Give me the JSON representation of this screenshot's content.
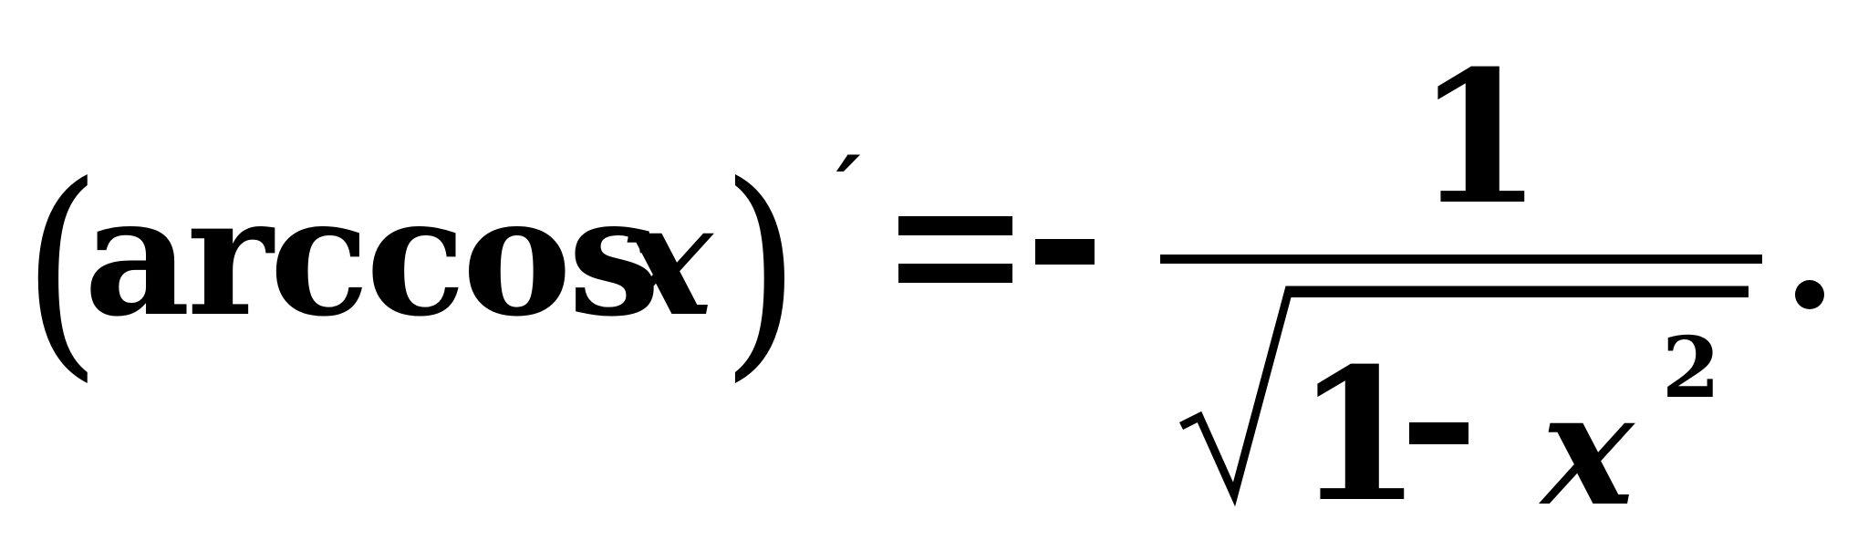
{
  "formula": {
    "left_paren": "(",
    "function_name": "arccos",
    "variable": "x",
    "right_paren": ")",
    "prime": "´",
    "equals": "=",
    "minus": "-",
    "numerator": "1",
    "radicand_one": "1",
    "radicand_minus": "-",
    "radicand_variable": "x",
    "exponent": "2",
    "period": "."
  }
}
